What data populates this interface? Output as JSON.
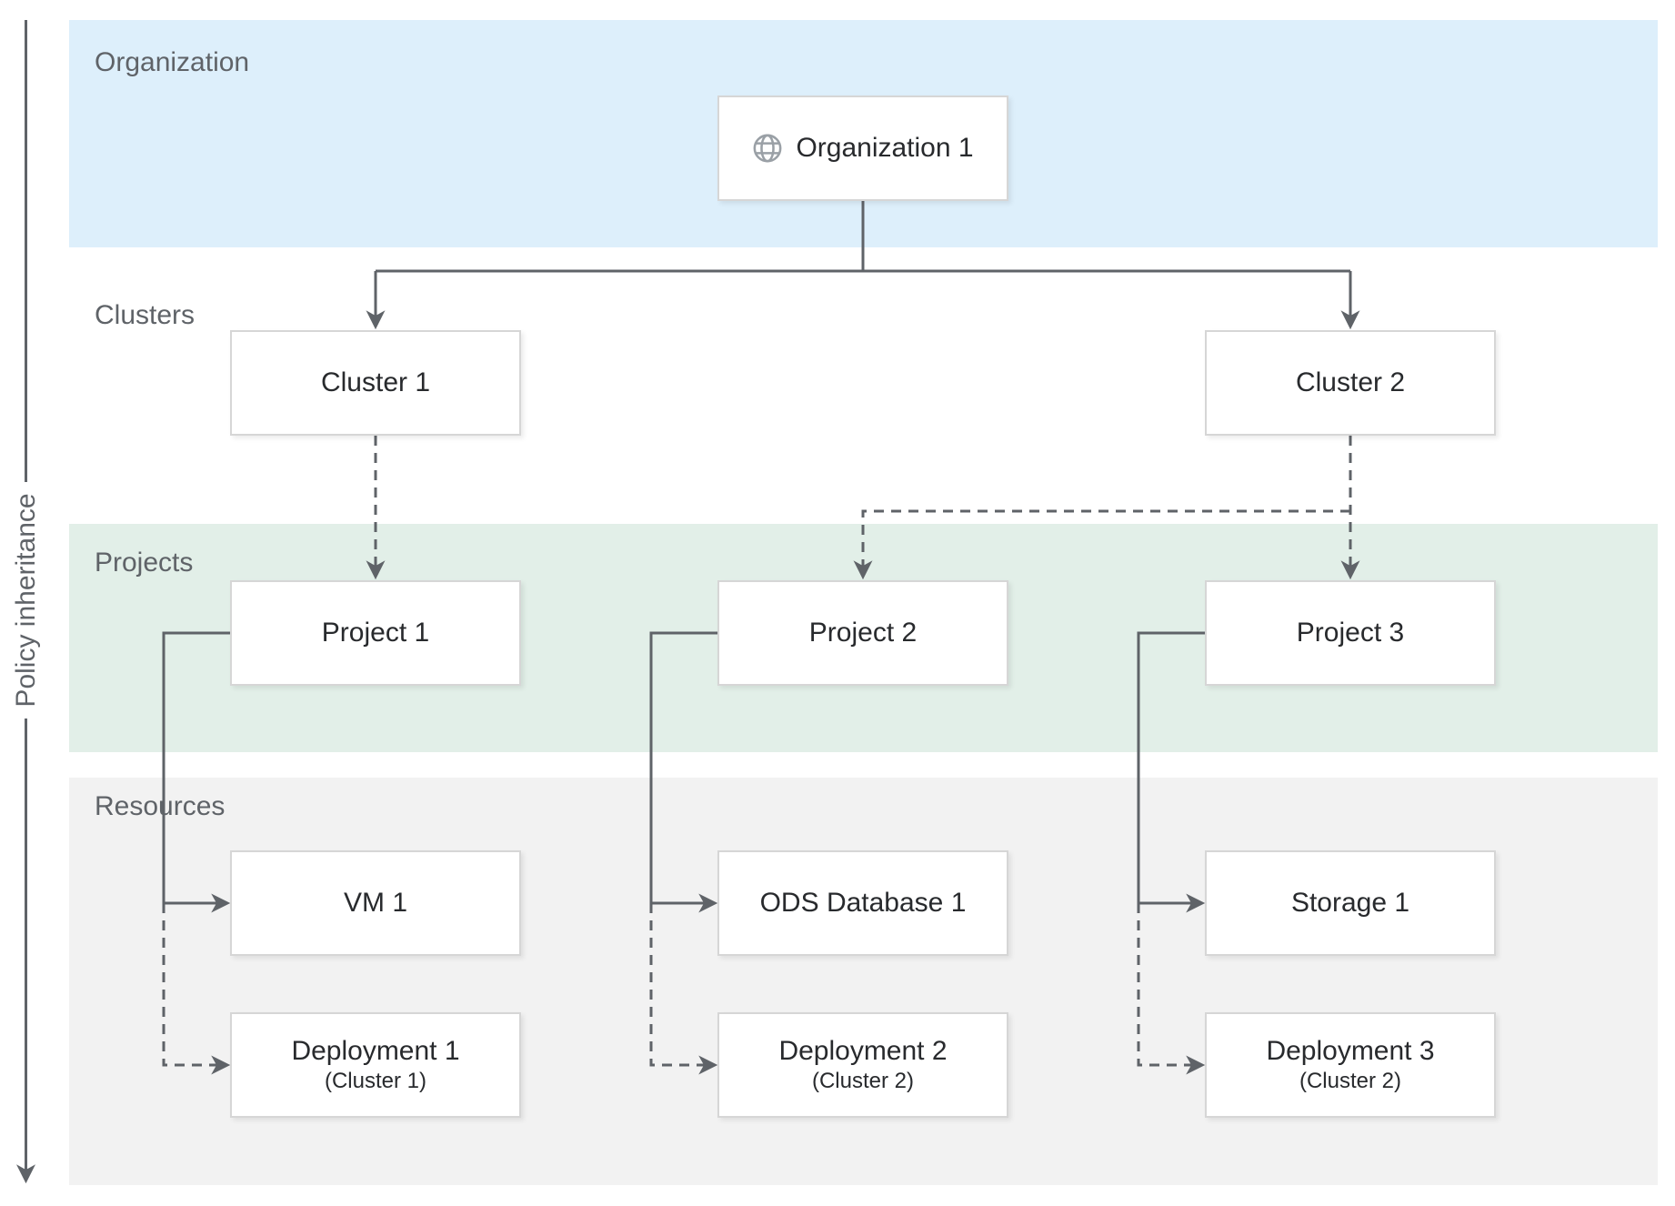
{
  "axis": {
    "label": "Policy inheritance"
  },
  "bands": {
    "organization": {
      "label": "Organization",
      "fill": "#ddeffb"
    },
    "clusters": {
      "label": "Clusters",
      "fill": "#ffffff"
    },
    "projects": {
      "label": "Projects",
      "fill": "#e2efe8"
    },
    "resources": {
      "label": "Resources",
      "fill": "#f2f2f2"
    }
  },
  "nodes": {
    "organization1": {
      "label": "Organization 1",
      "icon": "globe-icon"
    },
    "cluster1": {
      "label": "Cluster 1"
    },
    "cluster2": {
      "label": "Cluster 2"
    },
    "project1": {
      "label": "Project 1"
    },
    "project2": {
      "label": "Project 2"
    },
    "project3": {
      "label": "Project 3"
    },
    "vm1": {
      "label": "VM 1"
    },
    "odsDatabase1": {
      "label": "ODS Database 1"
    },
    "storage1": {
      "label": "Storage 1"
    },
    "deployment1": {
      "label": "Deployment 1",
      "sublabel": "(Cluster 1)"
    },
    "deployment2": {
      "label": "Deployment 2",
      "sublabel": "(Cluster 2)"
    },
    "deployment3": {
      "label": "Deployment 3",
      "sublabel": "(Cluster 2)"
    }
  },
  "edges": [
    {
      "from": "Organization 1",
      "to": "Cluster 1",
      "style": "solid"
    },
    {
      "from": "Organization 1",
      "to": "Cluster 2",
      "style": "solid"
    },
    {
      "from": "Cluster 1",
      "to": "Project 1",
      "style": "dashed"
    },
    {
      "from": "Cluster 2",
      "to": "Project 2",
      "style": "dashed"
    },
    {
      "from": "Cluster 2",
      "to": "Project 3",
      "style": "dashed"
    },
    {
      "from": "Project 1",
      "to": "VM 1",
      "style": "solid"
    },
    {
      "from": "Project 1",
      "to": "Deployment 1",
      "style": "dashed"
    },
    {
      "from": "Project 2",
      "to": "ODS Database 1",
      "style": "solid"
    },
    {
      "from": "Project 2",
      "to": "Deployment 2",
      "style": "dashed"
    },
    {
      "from": "Project 3",
      "to": "Storage 1",
      "style": "solid"
    },
    {
      "from": "Project 3",
      "to": "Deployment 3",
      "style": "dashed"
    }
  ],
  "colors": {
    "line": "#5f6368",
    "band_label": "#5f6368",
    "box_border": "#d6d6d6",
    "box_text": "#282a2d",
    "globe_icon": "#9aa0a6"
  }
}
